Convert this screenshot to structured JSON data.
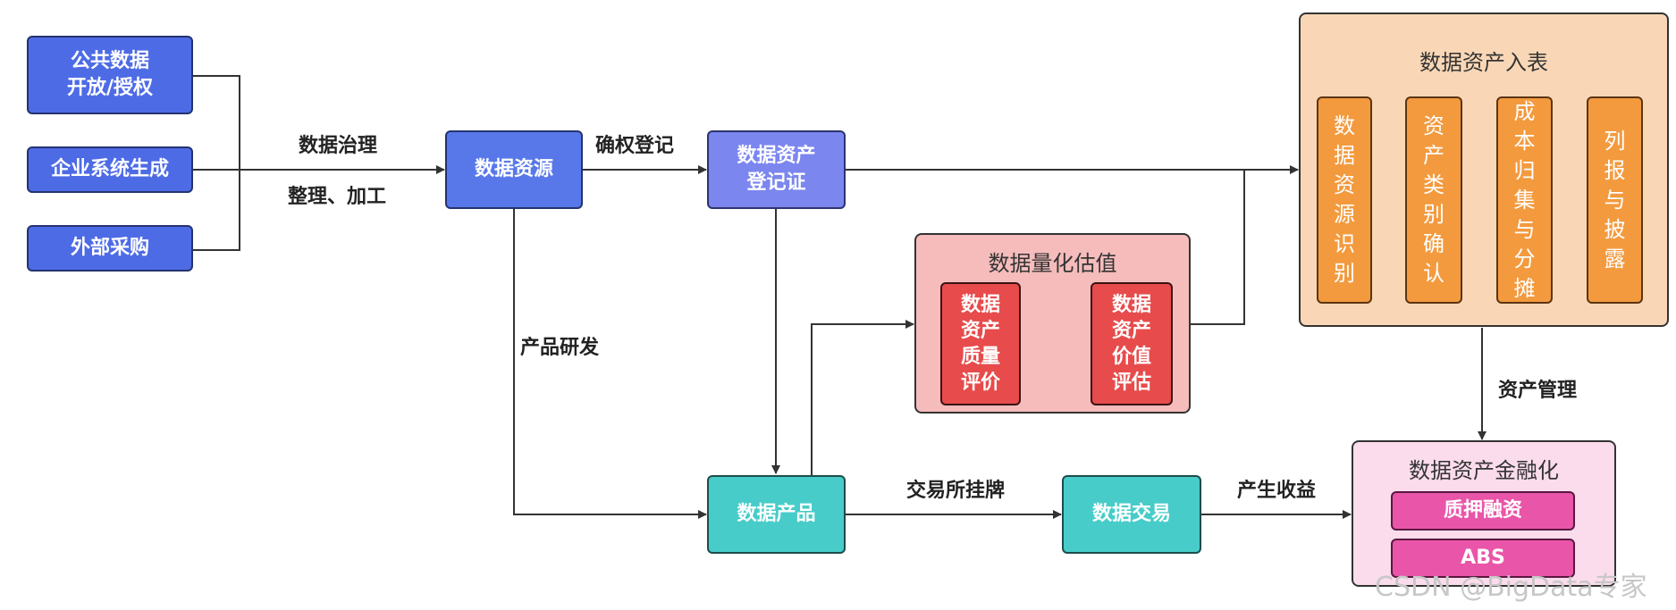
{
  "sources": {
    "public": "公共数据\n开放/授权",
    "enterprise": "企业系统生成",
    "external": "外部采购"
  },
  "labels": {
    "governance": "数据治理",
    "processing": "整理、加工",
    "rights": "确权登记",
    "product_dev": "产品研发",
    "listing": "交易所挂牌",
    "revenue": "产生收益",
    "asset_mgmt": "资产管理"
  },
  "nodes": {
    "resource": "数据资源",
    "certificate": "数据资产\n登记证",
    "product": "数据产品",
    "trading": "数据交易"
  },
  "valuation": {
    "title": "数据量化估值",
    "quality": "数据\n资产\n质量\n评价",
    "value": "数据\n资产\n价值\n评估"
  },
  "entry": {
    "title": "数据资产入表",
    "steps": [
      "数\n据\n资\n源\n识\n别",
      "资\n产\n类\n别\n确\n认",
      "成\n本\n归\n集\n与\n分\n摊",
      "列\n报\n与\n披\n露"
    ]
  },
  "finance": {
    "title": "数据资产金融化",
    "pledge": "质押融资",
    "abs": "ABS"
  },
  "watermark": "CSDN @BigData专家",
  "colors": {
    "source_blue": "#4e6be6",
    "certificate": "#7b86ef",
    "product_teal": "#47ccc9",
    "valuation_panel": "#f6bcbc",
    "valuation_red": "#e74b4b",
    "entry_panel": "#f9d7b6",
    "entry_orange": "#f39a3e",
    "finance_panel": "#fbdcec",
    "finance_pink": "#e955a8"
  }
}
